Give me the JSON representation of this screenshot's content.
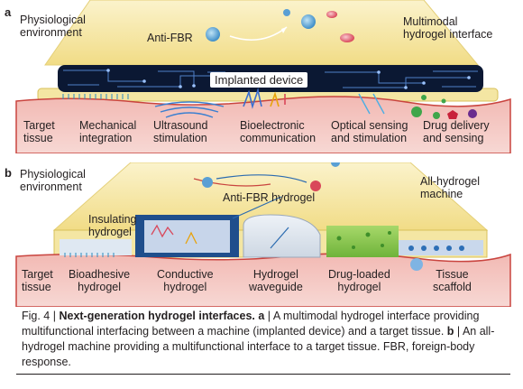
{
  "panel_a": {
    "letter": "a",
    "environment": "Physiological\nenvironment",
    "anti_fbr": "Anti-FBR",
    "interface": "Multimodal\nhydrogel interface",
    "device": "Implanted device",
    "target": "Target\ntissue",
    "functions": [
      "Mechanical\nintegration",
      "Ultrasound\nstimulation",
      "Bioelectronic\ncommunication",
      "Optical sensing\nand stimulation",
      "Drug delivery\nand sensing"
    ]
  },
  "panel_b": {
    "letter": "b",
    "environment": "Physiological\nenvironment",
    "machine": "All-hydrogel\nmachine",
    "anti_fbr": "Anti-FBR hydrogel",
    "insulating": "Insulating\nhydrogel",
    "target": "Target\ntissue",
    "components": [
      "Bioadhesive\nhydrogel",
      "Conductive\nhydrogel",
      "Hydrogel\nwaveguide",
      "Drug-loaded\nhydrogel",
      "Tissue\nscaffold"
    ]
  },
  "caption": {
    "fig": "Fig. 4 | ",
    "title": "Next-generation hydrogel interfaces.",
    "a_letter": " a",
    "a_text": " | A multimodal hydrogel interface providing multifunctional interfacing between a machine (implanted device) and a target tissue.",
    "b_letter": " b",
    "b_text": " | An all-hydrogel machine providing a multifunctional interface to a target tissue. FBR, foreign-body response."
  },
  "colors": {
    "tissue": "#f3c7c3",
    "tissue_edge": "#c9443f",
    "hydrogel": "#f4e6a3",
    "hydrogel_edge": "#d8c05a",
    "device": "#0b1833",
    "trace": "#4f7fc7",
    "conductive_block": "#1f4e8c",
    "waveguide": "#dfe6ef",
    "drug_block": "#8cc63f",
    "caption_rule": "#231f20"
  }
}
